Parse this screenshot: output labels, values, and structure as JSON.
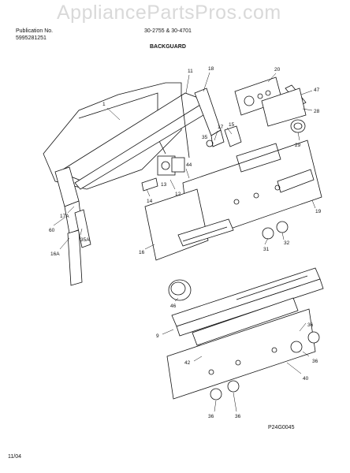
{
  "watermark": "AppliancePartsPros.com",
  "header": {
    "publication_label": "Publication No.",
    "publication_number": "5995281251",
    "model_range": "30-2755 & 30-4701",
    "section_title": "BACKGUARD"
  },
  "footer": {
    "date": "11/04",
    "drawing_code": "P24G0045"
  },
  "callouts": [
    "1",
    "11",
    "18",
    "20",
    "47",
    "28",
    "15",
    "17",
    "35",
    "29",
    "44",
    "12",
    "13",
    "14",
    "19",
    "16",
    "31",
    "32",
    "46",
    "60",
    "17A",
    "35A",
    "16A",
    "9",
    "36",
    "42",
    "40",
    "36",
    "36",
    "36"
  ]
}
